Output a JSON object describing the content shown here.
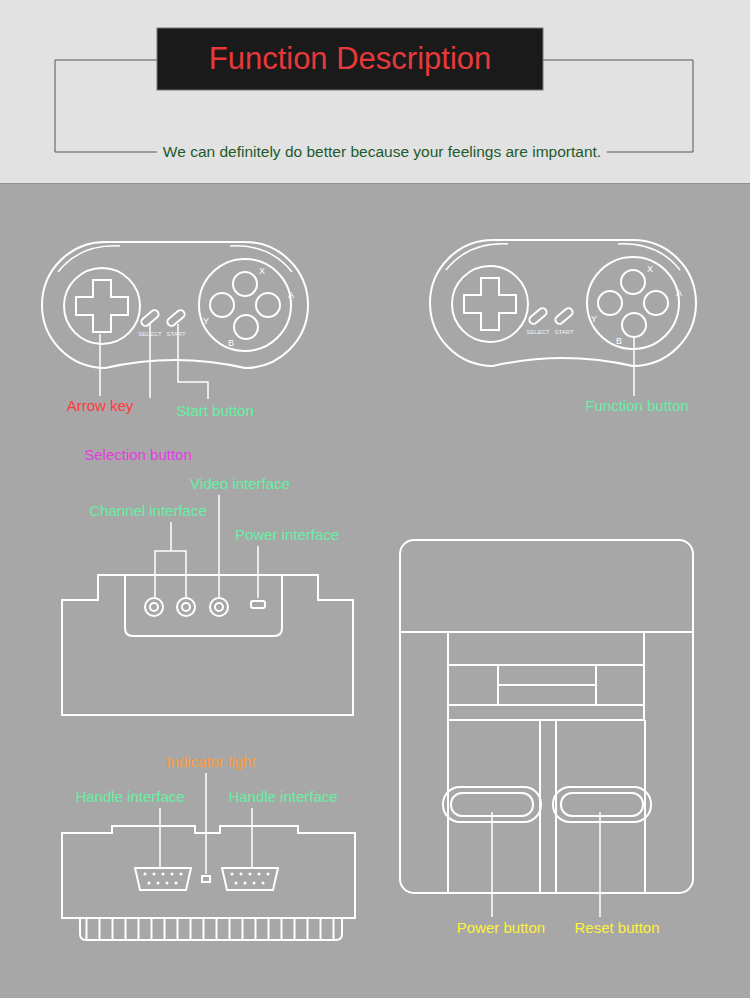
{
  "diagram": {
    "title": "Function Description",
    "labels": [
      "We can definitely do better because your feelings are important.",
      "SELECT",
      "START",
      "X",
      "Y",
      "A",
      "B",
      "SELECT",
      "START",
      "X",
      "Y",
      "A",
      "B",
      "Arrow key",
      "Start button",
      "Function button",
      "Selection button",
      "Video interface",
      "Channel interface",
      "Power interface",
      "Indicator light",
      "Handle interface",
      "Handle interface",
      "Power button",
      "Reset button"
    ]
  }
}
